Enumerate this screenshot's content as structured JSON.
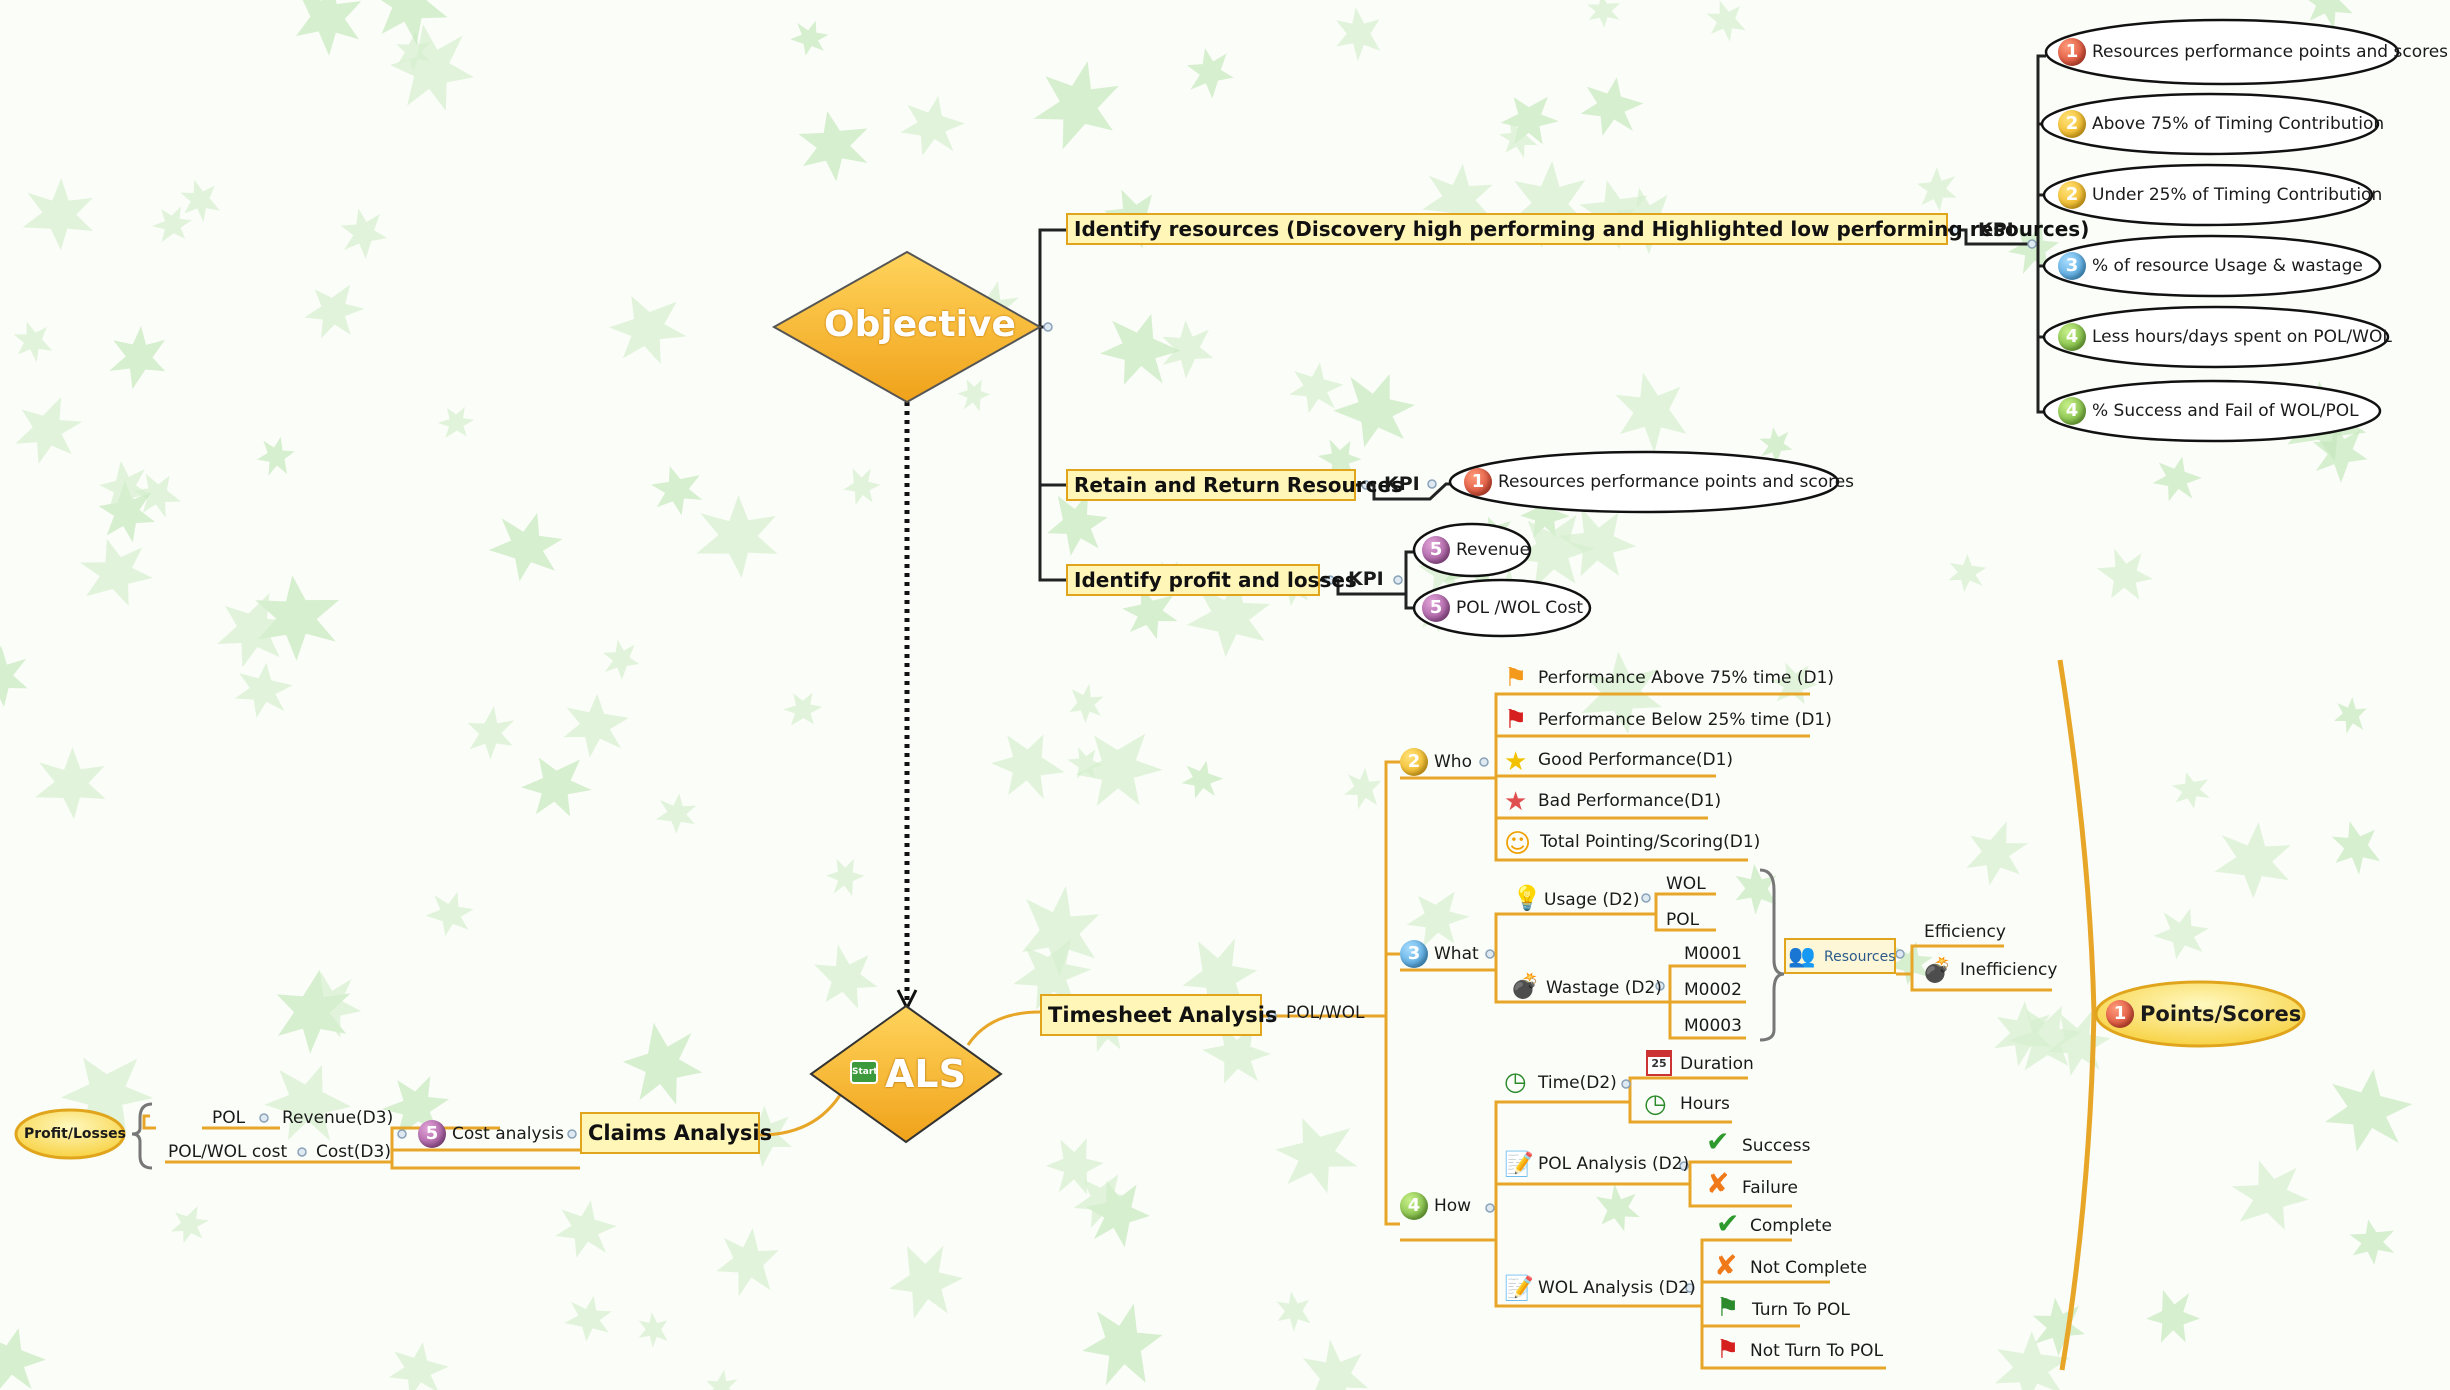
{
  "central": {
    "als": "ALS",
    "start_badge": "Start",
    "objective": "Objective"
  },
  "objective_branch": {
    "identify_resources": {
      "label": "Identify resources (Discovery high performing and Highlighted low performing resources)",
      "kpi": "KPI",
      "kpis": [
        {
          "num": "1",
          "text": "Resources performance points and scores"
        },
        {
          "num": "2",
          "text": "Above 75% of Timing Contribution"
        },
        {
          "num": "2",
          "text": "Under 25% of Timing Contribution"
        },
        {
          "num": "3",
          "text": "% of resource Usage & wastage"
        },
        {
          "num": "4",
          "text": "Less hours/days spent on POL/WOL"
        },
        {
          "num": "4",
          "text": "% Success and Fail of WOL/POL"
        }
      ]
    },
    "retain": {
      "label": "Retain and Return Resources",
      "kpi": "KPI",
      "kpis": [
        {
          "num": "1",
          "text": "Resources performance points and scores"
        }
      ]
    },
    "profit": {
      "label": "Identify profit and losses",
      "kpi": "KPI",
      "kpis": [
        {
          "num": "5",
          "text": "Revenue"
        },
        {
          "num": "5",
          "text": "POL /WOL Cost"
        }
      ]
    }
  },
  "timesheet": {
    "label": "Timesheet Analysis",
    "pol_wol": "POL/WOL",
    "who": {
      "num": "2",
      "label": "Who",
      "items": [
        {
          "icon": "orange-flag-icon",
          "text": "Performance Above 75% time (D1)"
        },
        {
          "icon": "red-flag-icon",
          "text": "Performance Below 25% time (D1)"
        },
        {
          "icon": "gold-star-icon",
          "text": "Good Performance(D1)"
        },
        {
          "icon": "red-star-icon",
          "text": "Bad Performance(D1)"
        },
        {
          "icon": "smiley-icon",
          "text": "Total Pointing/Scoring(D1)"
        }
      ]
    },
    "what": {
      "num": "3",
      "label": "What",
      "usage": {
        "label": "Usage (D2)",
        "items": [
          "WOL",
          "POL"
        ]
      },
      "wastage": {
        "label": "Wastage (D2)",
        "items": [
          "M0001",
          "M0002",
          "M0003"
        ]
      },
      "resources": "Resources",
      "efficiency": "Efficiency",
      "inefficiency": "Inefficiency"
    },
    "how": {
      "num": "4",
      "label": "How",
      "time": {
        "label": "Time(D2)",
        "items": [
          "Duration",
          "Hours"
        ]
      },
      "pol": {
        "label": "POL Analysis (D2)",
        "items": [
          "Success",
          "Failure"
        ]
      },
      "wol": {
        "label": "WOL Analysis (D2)",
        "items": [
          "Complete",
          "Not Complete",
          "Turn To POL",
          "Not Turn To POL"
        ]
      }
    },
    "calendar_day": "25"
  },
  "points_scores": {
    "num": "1",
    "label": "Points/Scores"
  },
  "claims": {
    "label": "Claims Analysis",
    "cost": {
      "num": "5",
      "label": "Cost analysis"
    },
    "revenue": "Revenue(D3)",
    "cost_d3": "Cost(D3)",
    "pol": "POL",
    "pol_wol_cost": "POL/WOL cost",
    "profit_losses": "Profit/Losses"
  },
  "colors": {
    "connector": "#e0a51c",
    "line_dark": "#222222",
    "diamond_fill": "#f7b52b",
    "topic_fill": "#fff6b8",
    "leaf_outline": "#111111"
  }
}
